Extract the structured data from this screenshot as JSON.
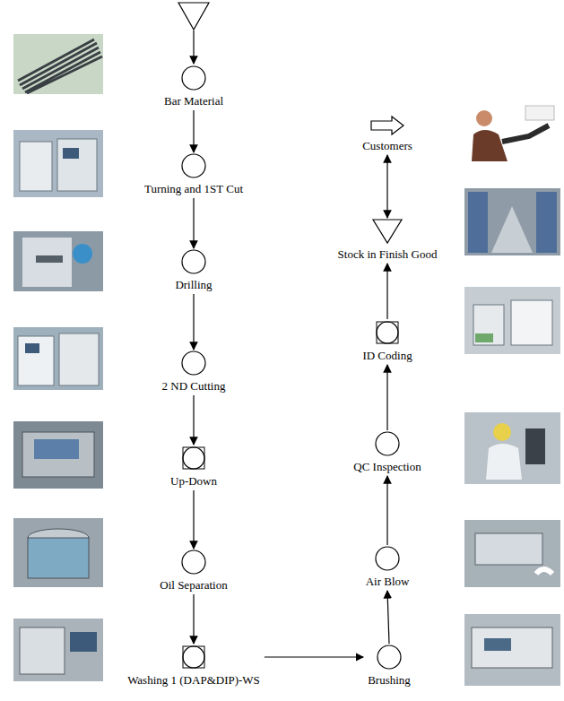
{
  "diagram": {
    "nodes": [
      {
        "text": [
          "Bar Material"
        ]
      },
      {
        "text": [
          "Turning and 1ST Cut"
        ]
      },
      {
        "text": [
          "Drilling"
        ]
      },
      {
        "text": [
          "2 ND Cutting"
        ]
      },
      {
        "text": [
          "Up-Down"
        ]
      },
      {
        "text": [
          "Oil Separation"
        ]
      },
      {
        "text": [
          "Washing 1 (DAP&DIP)-WS"
        ]
      },
      {
        "text": [
          "Brushing"
        ]
      },
      {
        "text": [
          "Air Blow"
        ]
      },
      {
        "text": [
          "QC Inspection"
        ]
      },
      {
        "text": [
          "ID Coding"
        ]
      },
      {
        "text": [
          "Stock in Finish Good"
        ]
      },
      {
        "text": [
          "Customers"
        ]
      }
    ],
    "edges": [
      {
        "from": 0,
        "to": 1,
        "arrow": "to"
      },
      {
        "from": 1,
        "to": 2,
        "arrow": "to"
      },
      {
        "from": 2,
        "to": 3,
        "arrow": "to"
      },
      {
        "from": 3,
        "to": 4,
        "arrow": "to"
      },
      {
        "from": 4,
        "to": 5,
        "arrow": "to"
      },
      {
        "from": 5,
        "to": 6,
        "arrow": "to"
      },
      {
        "from": 6,
        "to": 7,
        "arrow": "to"
      },
      {
        "from": 7,
        "to": 8,
        "arrow": "to"
      },
      {
        "from": 8,
        "to": 9,
        "arrow": "to"
      },
      {
        "from": 9,
        "to": 10,
        "arrow": "to"
      },
      {
        "from": 10,
        "to": 11,
        "arrow": "to"
      },
      {
        "from": 11,
        "to": 12,
        "arrow": "both"
      }
    ]
  }
}
